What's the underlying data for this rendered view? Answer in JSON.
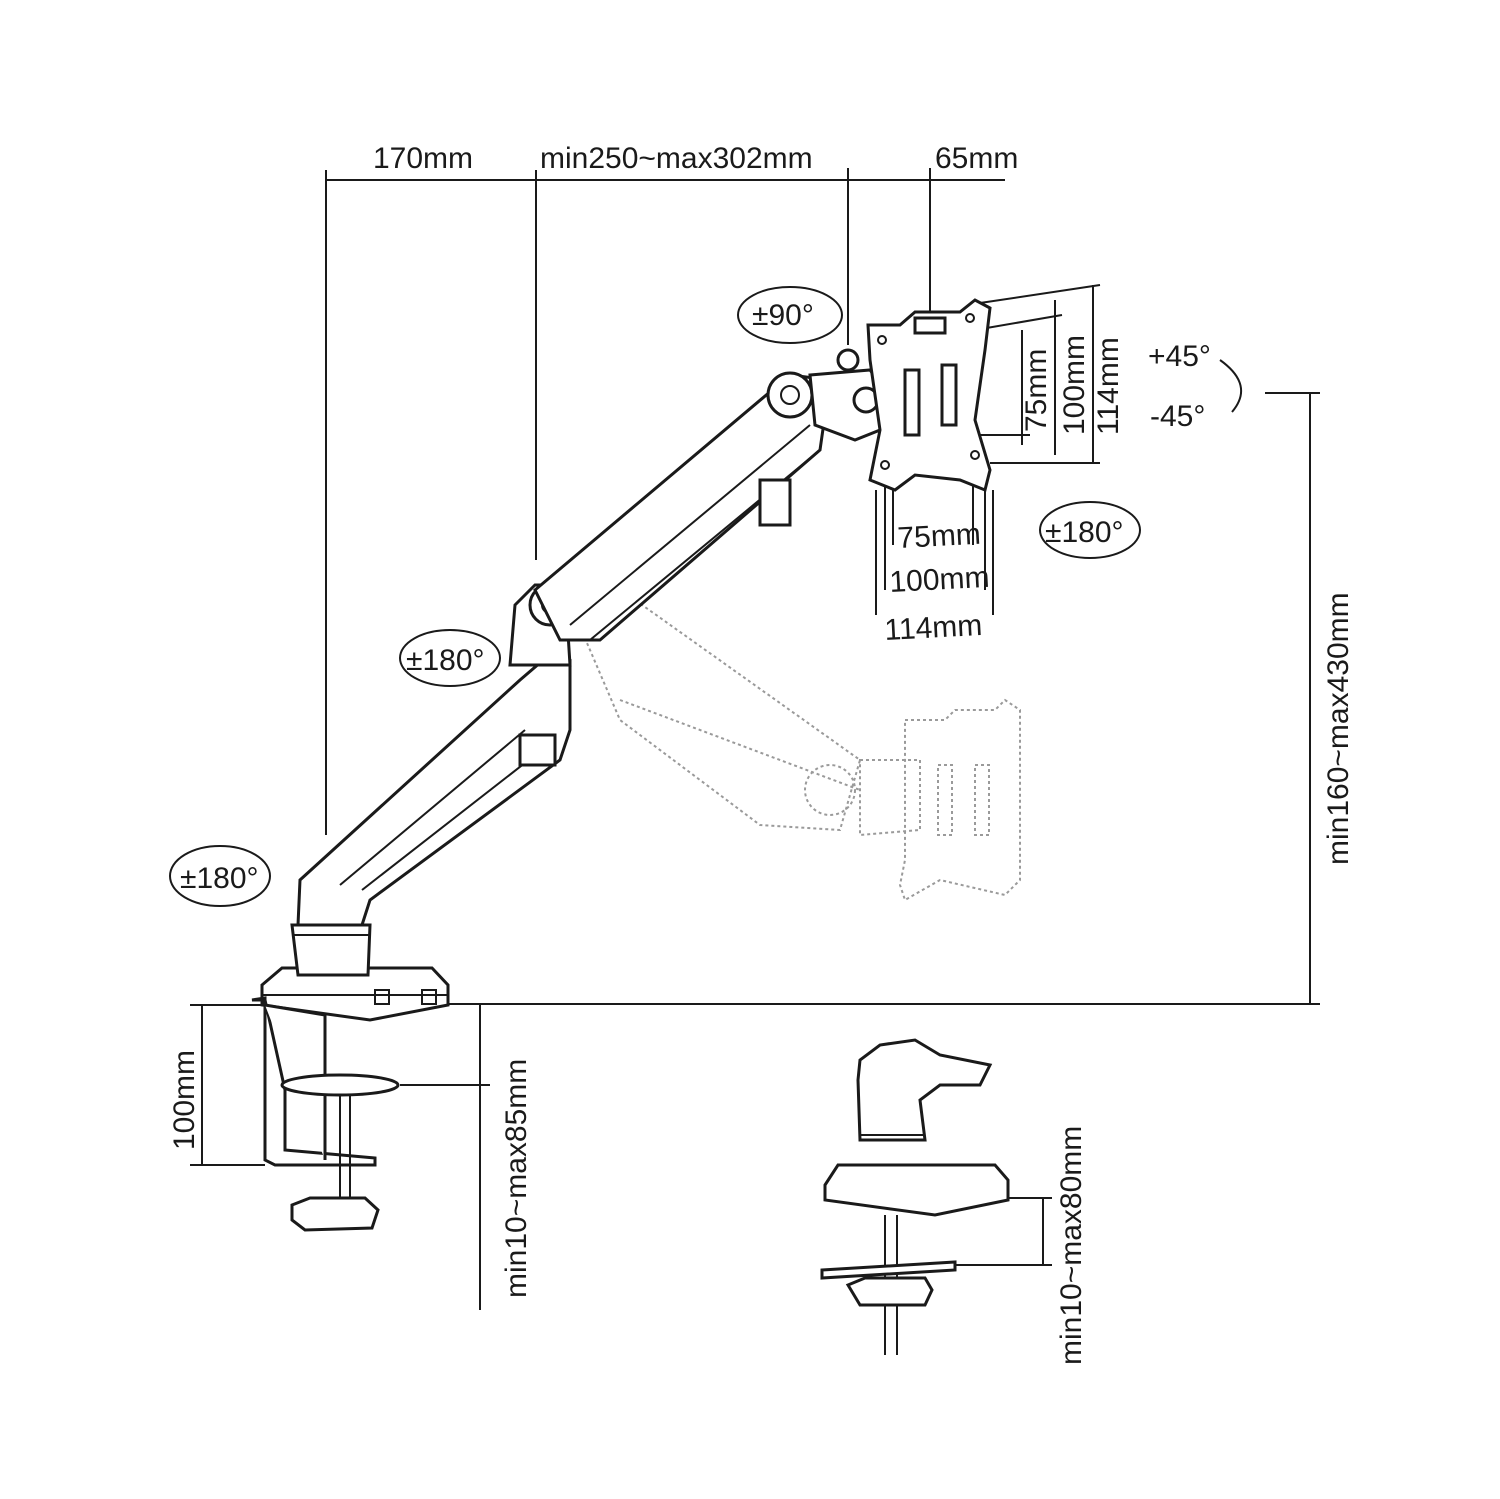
{
  "dimensions": {
    "arm_offset": "170mm",
    "arm_reach": "min250~max302mm",
    "plate_offset": "65mm",
    "height_range": "min160~max430mm",
    "clamp_height": "100mm",
    "clamp_thickness": "min10~max85mm",
    "grommet_thickness": "min10~max80mm"
  },
  "vesa": {
    "h75": "75mm",
    "h100": "100mm",
    "h114": "114mm",
    "v75": "75mm",
    "v100": "100mm",
    "v114": "114mm"
  },
  "rotations": {
    "tilt": "±90°",
    "swivel_head": "±180°",
    "elbow": "±180°",
    "base": "±180°",
    "pivot_plus": "+45°",
    "pivot_minus": "-45°"
  }
}
